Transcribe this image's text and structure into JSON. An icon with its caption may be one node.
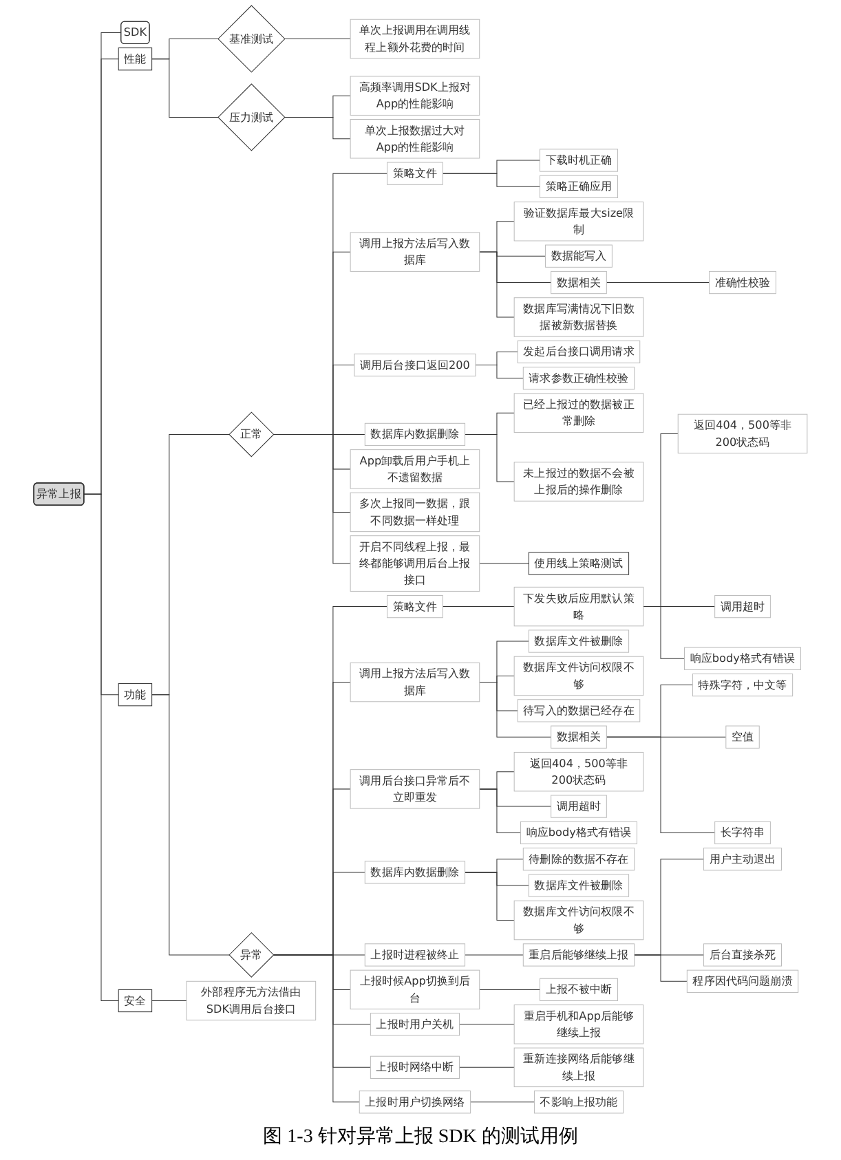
{
  "diagram": {
    "caption": "图 1-3 针对异常上报 SDK 的测试用例",
    "nodes": [
      {
        "text": [
          "异常上报"
        ]
      },
      {
        "text": [
          "SDK"
        ]
      },
      {
        "text": [
          "性能"
        ]
      },
      {
        "text": [
          "基准测试"
        ]
      },
      {
        "text": [
          "单次上报调用在调用线程上额外花费的时间"
        ]
      },
      {
        "text": [
          "压力测试"
        ]
      },
      {
        "text": [
          "高频率调用SDK上报对App的性能影响"
        ]
      },
      {
        "text": [
          "单次上报数据过大对App的性能影响"
        ]
      },
      {
        "text": [
          "功能"
        ]
      },
      {
        "text": [
          "正常"
        ]
      },
      {
        "text": [
          "策略文件"
        ]
      },
      {
        "text": [
          "下载时机正确"
        ]
      },
      {
        "text": [
          "策略正确应用"
        ]
      },
      {
        "text": [
          "调用上报方法后写入数据库"
        ]
      },
      {
        "text": [
          "验证数据库最大size限制"
        ]
      },
      {
        "text": [
          "数据能写入"
        ]
      },
      {
        "text": [
          "数据相关"
        ]
      },
      {
        "text": [
          "准确性校验"
        ]
      },
      {
        "text": [
          "数据库写满情况下旧数据被新数据替换"
        ]
      },
      {
        "text": [
          "调用后台接口返回200"
        ]
      },
      {
        "text": [
          "发起后台接口调用请求"
        ]
      },
      {
        "text": [
          "请求参数正确性校验"
        ]
      },
      {
        "text": [
          "数据库内数据删除"
        ]
      },
      {
        "text": [
          "已经上报过的数据被正常删除"
        ]
      },
      {
        "text": [
          "未上报过的数据不会被上报后的操作删除"
        ]
      },
      {
        "text": [
          "App卸载后用户手机上不遗留数据"
        ]
      },
      {
        "text": [
          "多次上报同一数据，跟不同数据一样处理"
        ]
      },
      {
        "text": [
          "开启不同线程上报，最终都能够调用后台上报接口"
        ]
      },
      {
        "text": [
          "使用线上策略测试"
        ]
      },
      {
        "text": [
          "异常"
        ]
      },
      {
        "text": [
          "策略文件"
        ]
      },
      {
        "text": [
          "下发失败后应用默认策略"
        ]
      },
      {
        "text": [
          "返回404，500等非200状态码"
        ]
      },
      {
        "text": [
          "调用超时"
        ]
      },
      {
        "text": [
          "响应body格式有错误"
        ]
      },
      {
        "text": [
          "调用上报方法后写入数据库"
        ]
      },
      {
        "text": [
          "数据库文件被删除"
        ]
      },
      {
        "text": [
          "数据库文件访问权限不够"
        ]
      },
      {
        "text": [
          "待写入的数据已经存在"
        ]
      },
      {
        "text": [
          "数据相关"
        ]
      },
      {
        "text": [
          "特殊字符，中文等"
        ]
      },
      {
        "text": [
          "空值"
        ]
      },
      {
        "text": [
          "长字符串"
        ]
      },
      {
        "text": [
          "调用后台接口异常后不立即重发"
        ]
      },
      {
        "text": [
          "返回404，500等非200状态码"
        ]
      },
      {
        "text": [
          "调用超时"
        ]
      },
      {
        "text": [
          "响应body格式有错误"
        ]
      },
      {
        "text": [
          "数据库内数据删除"
        ]
      },
      {
        "text": [
          "待删除的数据不存在"
        ]
      },
      {
        "text": [
          "数据库文件被删除"
        ]
      },
      {
        "text": [
          "数据库文件访问权限不够"
        ]
      },
      {
        "text": [
          "上报时进程被终止"
        ]
      },
      {
        "text": [
          "重启后能够继续上报"
        ]
      },
      {
        "text": [
          "用户主动退出"
        ]
      },
      {
        "text": [
          "后台直接杀死"
        ]
      },
      {
        "text": [
          "程序因代码问题崩溃"
        ]
      },
      {
        "text": [
          "上报时候App切换到后台"
        ]
      },
      {
        "text": [
          "上报不被中断"
        ]
      },
      {
        "text": [
          "上报时用户关机"
        ]
      },
      {
        "text": [
          "重启手机和App后能够继续上报"
        ]
      },
      {
        "text": [
          "上报时网络中断"
        ]
      },
      {
        "text": [
          "重新连接网络后能够继续上报"
        ]
      },
      {
        "text": [
          "上报时用户切换网络"
        ]
      },
      {
        "text": [
          "不影响上报功能"
        ]
      },
      {
        "text": [
          "安全"
        ]
      },
      {
        "text": [
          "外部程序无方法借由SDK调用后台接口"
        ]
      }
    ],
    "edges": [
      {
        "from": 0,
        "to": 1,
        "arrow": "none"
      },
      {
        "from": 0,
        "to": 2,
        "arrow": "none"
      },
      {
        "from": 0,
        "to": 8,
        "arrow": "none"
      },
      {
        "from": 0,
        "to": 64,
        "arrow": "none"
      },
      {
        "from": 2,
        "to": 3,
        "arrow": "none"
      },
      {
        "from": 3,
        "to": 4,
        "arrow": "none"
      },
      {
        "from": 2,
        "to": 5,
        "arrow": "none"
      },
      {
        "from": 5,
        "to": 6,
        "arrow": "none"
      },
      {
        "from": 5,
        "to": 7,
        "arrow": "none"
      },
      {
        "from": 8,
        "to": 9,
        "arrow": "none"
      },
      {
        "from": 9,
        "to": 10,
        "arrow": "none"
      },
      {
        "from": 10,
        "to": 11,
        "arrow": "none"
      },
      {
        "from": 10,
        "to": 12,
        "arrow": "none"
      },
      {
        "from": 9,
        "to": 13,
        "arrow": "none"
      },
      {
        "from": 13,
        "to": 14,
        "arrow": "none"
      },
      {
        "from": 13,
        "to": 15,
        "arrow": "none"
      },
      {
        "from": 13,
        "to": 16,
        "arrow": "none"
      },
      {
        "from": 16,
        "to": 17,
        "arrow": "none"
      },
      {
        "from": 13,
        "to": 18,
        "arrow": "none"
      },
      {
        "from": 9,
        "to": 19,
        "arrow": "none"
      },
      {
        "from": 19,
        "to": 20,
        "arrow": "none"
      },
      {
        "from": 19,
        "to": 21,
        "arrow": "none"
      },
      {
        "from": 9,
        "to": 22,
        "arrow": "none"
      },
      {
        "from": 22,
        "to": 23,
        "arrow": "none"
      },
      {
        "from": 22,
        "to": 24,
        "arrow": "none"
      },
      {
        "from": 9,
        "to": 25,
        "arrow": "none"
      },
      {
        "from": 9,
        "to": 26,
        "arrow": "none"
      },
      {
        "from": 9,
        "to": 27,
        "arrow": "none"
      },
      {
        "from": 27,
        "to": 28,
        "arrow": "none"
      },
      {
        "from": 8,
        "to": 29,
        "arrow": "none"
      },
      {
        "from": 29,
        "to": 30,
        "arrow": "none"
      },
      {
        "from": 30,
        "to": 31,
        "arrow": "none"
      },
      {
        "from": 31,
        "to": 32,
        "arrow": "none"
      },
      {
        "from": 31,
        "to": 33,
        "arrow": "none"
      },
      {
        "from": 31,
        "to": 34,
        "arrow": "none"
      },
      {
        "from": 29,
        "to": 35,
        "arrow": "none"
      },
      {
        "from": 35,
        "to": 36,
        "arrow": "none"
      },
      {
        "from": 35,
        "to": 37,
        "arrow": "none"
      },
      {
        "from": 35,
        "to": 38,
        "arrow": "none"
      },
      {
        "from": 35,
        "to": 39,
        "arrow": "none"
      },
      {
        "from": 39,
        "to": 40,
        "arrow": "none"
      },
      {
        "from": 39,
        "to": 41,
        "arrow": "none"
      },
      {
        "from": 39,
        "to": 42,
        "arrow": "none"
      },
      {
        "from": 29,
        "to": 43,
        "arrow": "none"
      },
      {
        "from": 43,
        "to": 44,
        "arrow": "none"
      },
      {
        "from": 43,
        "to": 45,
        "arrow": "none"
      },
      {
        "from": 43,
        "to": 46,
        "arrow": "none"
      },
      {
        "from": 29,
        "to": 47,
        "arrow": "none"
      },
      {
        "from": 47,
        "to": 48,
        "arrow": "none"
      },
      {
        "from": 47,
        "to": 49,
        "arrow": "none"
      },
      {
        "from": 47,
        "to": 50,
        "arrow": "none"
      },
      {
        "from": 29,
        "to": 51,
        "arrow": "none"
      },
      {
        "from": 51,
        "to": 52,
        "arrow": "none"
      },
      {
        "from": 52,
        "to": 53,
        "arrow": "none"
      },
      {
        "from": 52,
        "to": 54,
        "arrow": "none"
      },
      {
        "from": 52,
        "to": 55,
        "arrow": "none"
      },
      {
        "from": 29,
        "to": 56,
        "arrow": "none"
      },
      {
        "from": 56,
        "to": 57,
        "arrow": "none"
      },
      {
        "from": 29,
        "to": 58,
        "arrow": "none"
      },
      {
        "from": 58,
        "to": 59,
        "arrow": "none"
      },
      {
        "from": 29,
        "to": 60,
        "arrow": "none"
      },
      {
        "from": 60,
        "to": 61,
        "arrow": "none"
      },
      {
        "from": 29,
        "to": 62,
        "arrow": "none"
      },
      {
        "from": 62,
        "to": 63,
        "arrow": "none"
      },
      {
        "from": 64,
        "to": 65,
        "arrow": "none"
      }
    ]
  }
}
